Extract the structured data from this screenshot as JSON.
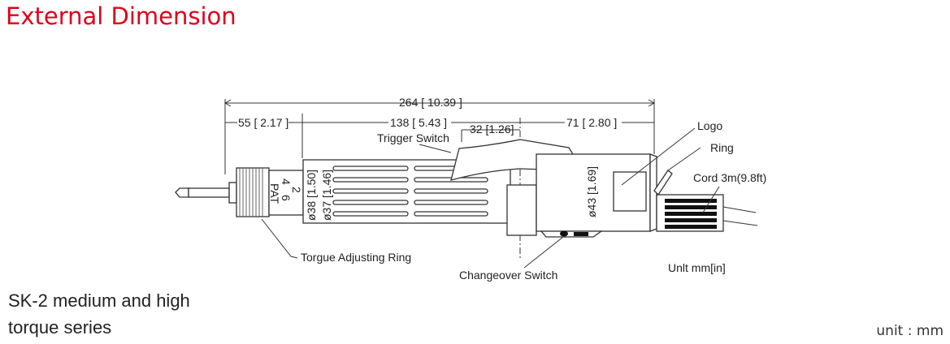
{
  "title": "External Dimension",
  "caption": {
    "line1": "SK-2 medium and high",
    "line2": "torque series"
  },
  "unit_label": "unit : mm",
  "diagram": {
    "dim_total": "264 [ 10.39 ]",
    "dim_front": "55 [ 2.17 ]",
    "dim_body": "138 [ 5.43 ]",
    "dim_trigger": "32 [1.26]",
    "dim_rear": "71 [ 2.80 ]",
    "dia_38": "ø38 [1.50]",
    "dia_37": "ø37 [1.46]",
    "dia_43": "ø43 [1.69]",
    "pat": "PAT",
    "scale_4": "4",
    "scale_6": "6",
    "scale_2": "2",
    "label_trigger": "Trigger Switch",
    "label_logo": "Logo",
    "label_ring": "Ring",
    "label_cord": "Cord 3m(9.8ft)",
    "label_torque_ring": "Torgue Adjusting Ring",
    "label_changeover": "Changeover Switch",
    "label_unit": "Unlt  mm[in]"
  }
}
